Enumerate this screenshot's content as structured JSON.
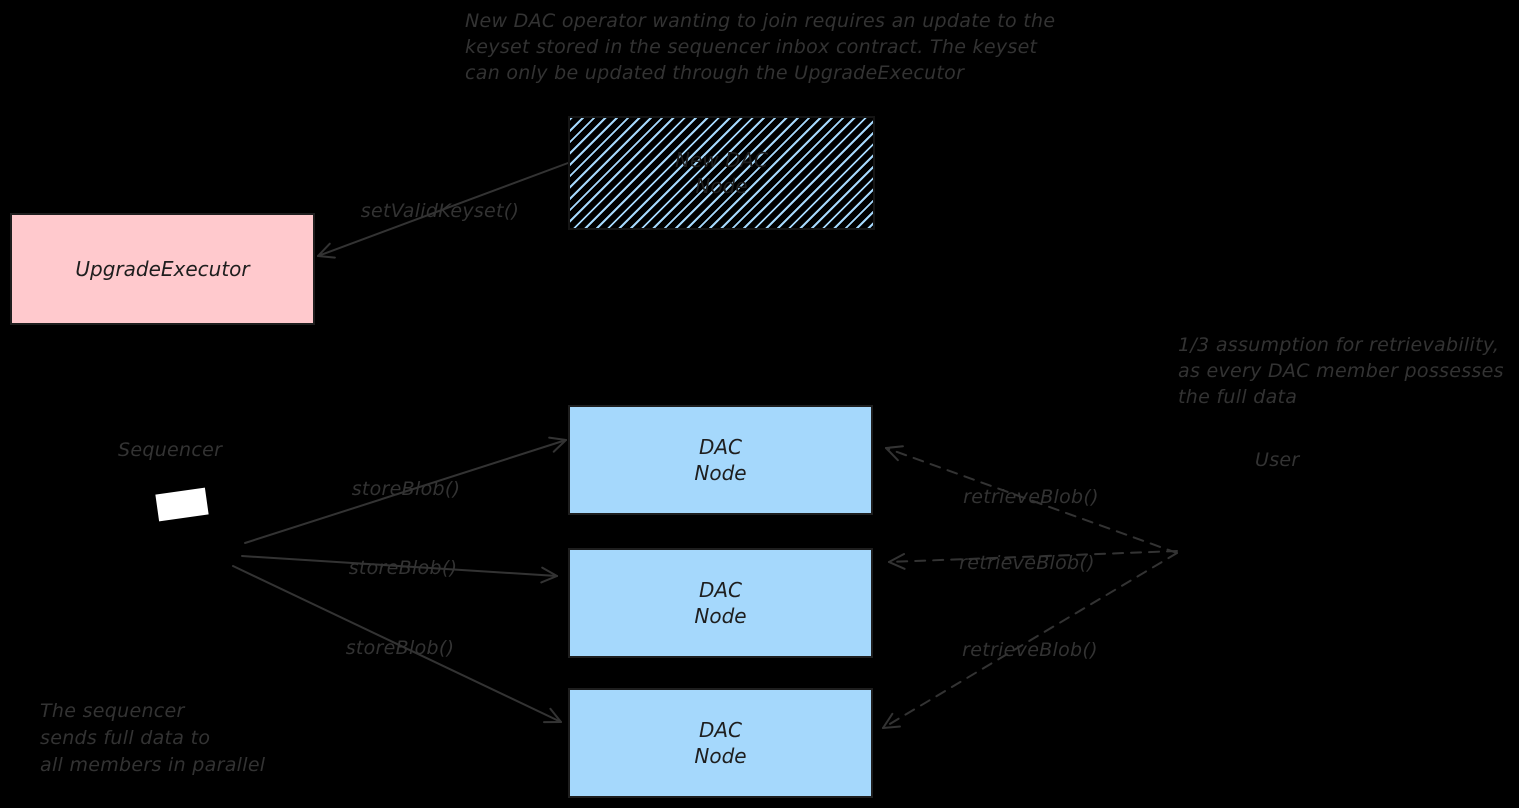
{
  "notes": {
    "top": {
      "lines": [
        "New DAC operator wanting to join requires an update to the",
        "keyset stored in the sequencer inbox contract. The keyset",
        "can only be updated through the UpgradeExecutor"
      ]
    },
    "assumption": {
      "lines": [
        "1/3 assumption for retrievability,",
        "as every DAC member possesses",
        "the full data"
      ]
    },
    "parallel": {
      "lines": [
        "The sequencer",
        "sends full data to",
        "all members in parallel"
      ]
    }
  },
  "nodes": {
    "new_dac_node": {
      "lines": [
        "New DAC",
        "Node"
      ]
    },
    "upgrade_executor": {
      "label": "UpgradeExecutor"
    },
    "dac_nodes": [
      {
        "lines": [
          "DAC",
          "Node"
        ]
      },
      {
        "lines": [
          "DAC",
          "Node"
        ]
      },
      {
        "lines": [
          "DAC",
          "Node"
        ]
      }
    ]
  },
  "actors": {
    "sequencer": "Sequencer",
    "user": "User"
  },
  "edge_labels": {
    "set_valid_keyset": "setValidKeyset()",
    "store_blob": [
      "storeBlob()",
      "storeBlob()",
      "storeBlob()"
    ],
    "retrieve_blob": [
      "retrieveBlob()",
      "retrieveBlob()",
      "retrieveBlob()"
    ]
  },
  "colors": {
    "background": "#000000",
    "ink": "#333333",
    "box_text": "#1e1e1e",
    "pink_fill": "#ffc9cd",
    "blue_fill": "#a5d8fc",
    "hatch_line": "#a5d8fc",
    "white_shape": "#ffffff"
  }
}
